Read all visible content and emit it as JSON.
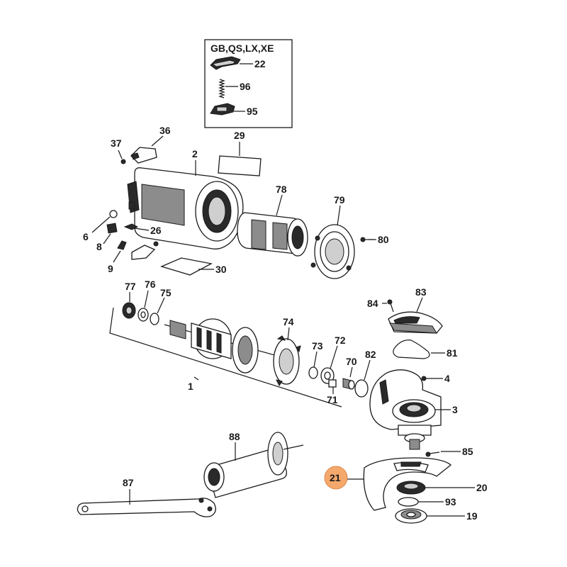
{
  "diagram": {
    "highlight_color": "#f4a86b",
    "inset": {
      "title": "GB,QS,LX,XE",
      "labels": [
        "22",
        "96",
        "95"
      ]
    },
    "labels": {
      "l36": "36",
      "l37": "37",
      "l29": "29",
      "l2": "2",
      "l78": "78",
      "l79": "79",
      "l80": "80",
      "l6": "6",
      "l26": "26",
      "l8": "8",
      "l9": "9",
      "l30": "30",
      "l77": "77",
      "l76": "76",
      "l75": "75",
      "l74": "74",
      "l73": "73",
      "l72": "72",
      "l70": "70",
      "l71": "71",
      "l82": "82",
      "l1": "1",
      "l84": "84",
      "l83": "83",
      "l81": "81",
      "l4": "4",
      "l3": "3",
      "l88": "88",
      "l85": "85",
      "l87": "87",
      "l21": "21",
      "l20": "20",
      "l93": "93",
      "l19": "19"
    }
  }
}
